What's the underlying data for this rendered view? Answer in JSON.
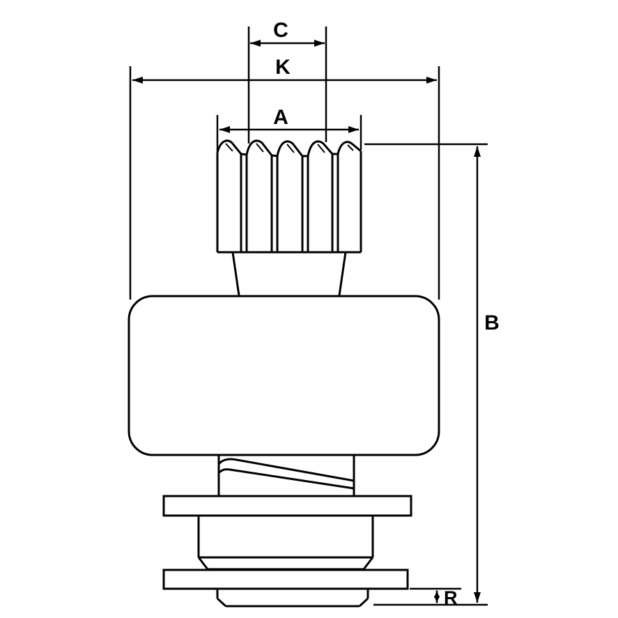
{
  "page": {
    "background_color": "#ffffff",
    "line_color": "#000000",
    "content_type": "starter-drive-pinion-dimension-drawing"
  },
  "dimensions": {
    "c": "C",
    "k": "K",
    "a": "A",
    "b": "B",
    "r": "R"
  }
}
